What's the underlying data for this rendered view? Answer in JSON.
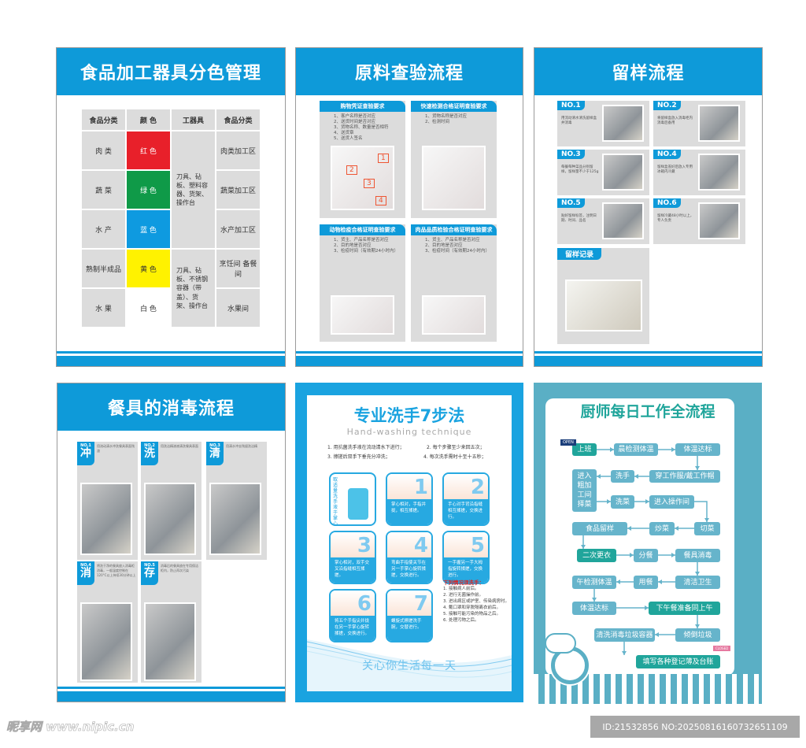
{
  "panel1": {
    "title": "食品加工器具分色管理",
    "headers": [
      "食品分类",
      "颜 色",
      "工器具",
      "食品分类"
    ],
    "rows": [
      {
        "food": "肉 类",
        "color_label": "红 色",
        "color": "#e8202a",
        "text_color": "#ffffff",
        "area": "肉类加工区"
      },
      {
        "food": "蔬 菜",
        "color_label": "绿 色",
        "color": "#0f9a48",
        "text_color": "#ffffff",
        "area": "蔬菜加工区"
      },
      {
        "food": "水 产",
        "color_label": "蓝 色",
        "color": "#0e9ae0",
        "text_color": "#ffffff",
        "area": "水产加工区"
      },
      {
        "food": "熟制半成品",
        "color_label": "黄 色",
        "color": "#fff200",
        "text_color": "#333333",
        "area": "烹饪间 备餐间"
      },
      {
        "food": "水 果",
        "color_label": "白 色",
        "color": "#ffffff",
        "text_color": "#333333",
        "area": "水果间"
      }
    ],
    "tools_raw": "刀具、砧板、塑料容器、货架、操作台",
    "tools_cooked": "刀具、砧板、不锈钢容器（带盖）、货架、操作台"
  },
  "panel2": {
    "title": "原料查验流程",
    "boxes": [
      {
        "heading": "购物凭证查验要求",
        "items": [
          "1、客户名称是否对应",
          "2、送货时间是否对应",
          "3、货物名称、数量是否相符",
          "4、送货章",
          "5、送货人签名"
        ]
      },
      {
        "heading": "快速检测合格证明查验要求",
        "items": [
          "1、货物名称是否对应",
          "2、检测时间"
        ]
      },
      {
        "heading": "动物检疫合格证明查验要求",
        "items": [
          "1、货主、产品名称是否对应",
          "2、目的地是否对应",
          "3、检疫时间（有效期24小时内）"
        ]
      },
      {
        "heading": "肉品品质检验合格证明查验要求",
        "items": [
          "1、货主、产品名称是否对应",
          "2、目的地是否对应",
          "3、检疫时间（有效期24小时内）"
        ]
      }
    ],
    "markers": [
      "1",
      "2",
      "3",
      "4"
    ]
  },
  "panel3": {
    "title": "留样流程",
    "cards": [
      {
        "no": "NO.1",
        "text": "用流动清水清洗留样盒并消毒"
      },
      {
        "no": "NO.2",
        "text": "将留样盒放入消毒柜内消毒后备用"
      },
      {
        "no": "NO.3",
        "text": "每餐每种菜品分别留样，留样量不少于125g"
      },
      {
        "no": "NO.4",
        "text": "留样盒盖好后放入专用冰箱内冷藏"
      },
      {
        "no": "NO.5",
        "text": "贴好留样标签，注明日期、时间、品名"
      },
      {
        "no": "NO.6",
        "text": "留样冷藏48小时以上，专人负责"
      }
    ],
    "record_label": "留样记录"
  },
  "panel4": {
    "title": "餐具的消毒流程",
    "steps": [
      {
        "no": "NO.1",
        "char": "冲",
        "text": "用流动清水冲洗餐具表面残渣"
      },
      {
        "no": "NO.2",
        "char": "洗",
        "text": "用洗洁精溶液清洗餐具表面"
      },
      {
        "no": "NO.3",
        "char": "清",
        "text": "用清水冲去残留洗洁精"
      },
      {
        "no": "NO.4",
        "char": "消",
        "text": "将洗干净的餐具放入消毒柜消毒，一般温度控制在120°C以上持续30分钟以上"
      },
      {
        "no": "NO.5",
        "char": "存",
        "text": "消毒后的餐具放在专用保洁柜内，防止再次污染"
      }
    ]
  },
  "panel5": {
    "title": "专业洗手7步法",
    "subtitle": "Hand-washing technique",
    "rules": [
      "1. 用抗菌洗手液在流动清水下进行；",
      "2. 每个步骤至少来回五次；",
      "3. 擦搓后双手下垂充分冲洗；",
      "4. 每次洗手需时十至十五秒；"
    ],
    "intro": "取适量洗手液于掌心",
    "steps": [
      {
        "num": "1",
        "text": "掌心相对，手指并拢，相互揉搓。"
      },
      {
        "num": "2",
        "text": "手心对手背沿指缝相互揉搓，交换进行。"
      },
      {
        "num": "3",
        "text": "掌心相对，双手交叉沿指缝相互揉搓。"
      },
      {
        "num": "4",
        "text": "弯曲手指使关节在另一手掌心旋转揉搓，交换进行。"
      },
      {
        "num": "5",
        "text": "一手握另一手大拇指旋转揉搓，交换进行。"
      },
      {
        "num": "6",
        "text": "将五个手指尖并拢在另一手掌心旋转揉搓，交换进行。"
      },
      {
        "num": "7",
        "text": "螺旋式擦搓洗手腕，交替进行。"
      }
    ],
    "must_title": "下列情况须洗手：",
    "must_items": [
      "1. 接触病人前后。",
      "2. 进行无菌操作前。",
      "3. 进出病区或护室、传染病房时。",
      "4. 戴口罩和穿脱隔离衣前后。",
      "5. 接触可能污染的物品之后。",
      "6. 处理污物之后。"
    ],
    "footer": "关心你生活每一天"
  },
  "panel6": {
    "title": "厨师每日工作全流程",
    "nodes": [
      "上班",
      "晨检测体温",
      "体温达标",
      "洗手",
      "穿工作服/戴工作帽",
      "进入粗加工间择菜",
      "洗菜",
      "进入操作间",
      "切菜",
      "炒菜",
      "食品留样",
      "二次更衣",
      "分餐",
      "餐具消毒",
      "午检测体温",
      "用餐",
      "清洁卫生",
      "体温达标",
      "下午餐准备同上午",
      "清洗消毒垃圾容器",
      "倾倒垃圾",
      "填写各种登记薄及台账"
    ],
    "open_sign": "OPEN",
    "closed_sign": "CLOSED",
    "color_light": "#66b4cb",
    "color_dark": "#20a59b"
  },
  "watermark": {
    "logo": "昵享网 www.nipic.cn",
    "id_text": "ID:21532856 NO:20250816160732651109"
  }
}
